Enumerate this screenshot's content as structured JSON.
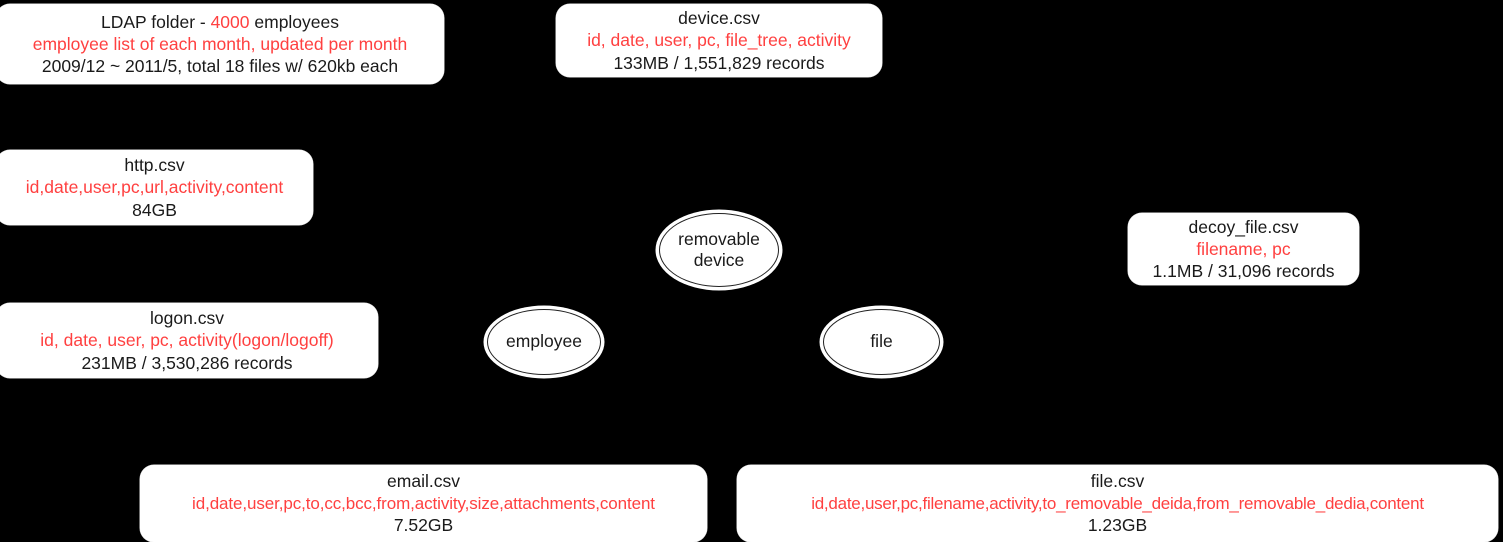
{
  "diagram": {
    "background_color": "#000000",
    "accent_color": "#ff4040",
    "text_color": "#1a1a1a",
    "node_fill": "#ffffff"
  },
  "boxes": {
    "ldap": {
      "title": "LDAP folder - 4000 employees",
      "title_prefix": "LDAP folder - ",
      "title_highlight": "4000",
      "title_suffix": " employees",
      "schema": "employee list of each month, updated per month",
      "meta": "2009/12 ~ 2011/5, total 18 files w/ 620kb each"
    },
    "device": {
      "title": "device.csv",
      "schema": "id, date, user, pc, file_tree, activity",
      "meta": "133MB / 1,551,829 records"
    },
    "http": {
      "title": "http.csv",
      "schema": "id,date,user,pc,url,activity,content",
      "meta": "84GB"
    },
    "logon": {
      "title": "logon.csv",
      "schema": "id, date, user, pc, activity(logon/logoff)",
      "meta": "231MB / 3,530,286 records"
    },
    "decoy": {
      "title": "decoy_file.csv",
      "schema": "filename, pc",
      "meta": "1.1MB / 31,096 records"
    },
    "email": {
      "title": "email.csv",
      "schema": "id,date,user,pc,to,cc,bcc,from,activity,size,attachments,content",
      "meta": "7.52GB"
    },
    "file": {
      "title": "file.csv",
      "schema": "id,date,user,pc,filename,activity,to_removable_deida,from_removable_dedia,content",
      "meta": "1.23GB"
    }
  },
  "entities": {
    "removable_device": {
      "label": "removable device",
      "line1": "removable",
      "line2": "device"
    },
    "employee": {
      "label": "employee"
    },
    "file": {
      "label": "file"
    }
  }
}
